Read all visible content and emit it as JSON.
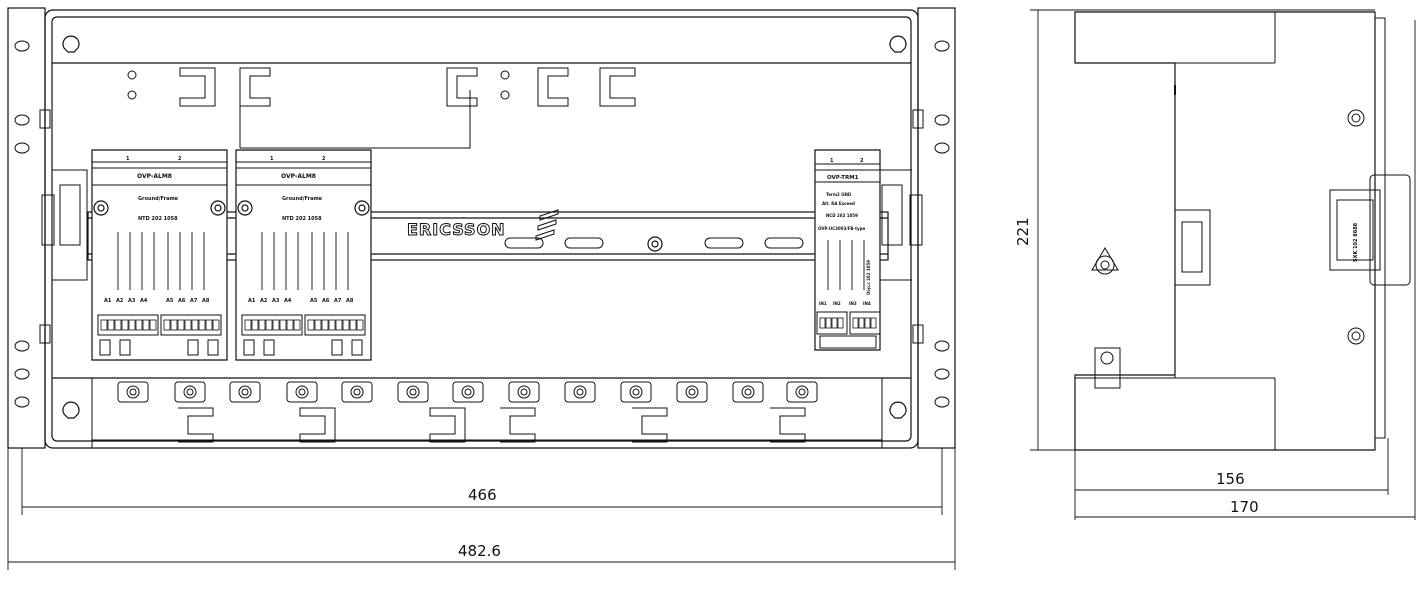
{
  "dimensions": {
    "width_inner": "466",
    "width_outer": "482.6",
    "height": "221",
    "depth_inner": "156",
    "depth_outer": "170"
  },
  "brand": "ERICSSON",
  "modules": [
    {
      "title": "OVP-ALM8",
      "ports": [
        "1",
        "2"
      ],
      "line1": "Ground/Frame",
      "line2": "NTD 202 1058",
      "inputs": [
        "A1",
        "A2",
        "A3",
        "A4",
        "A5",
        "A6",
        "A7",
        "A8"
      ]
    },
    {
      "title": "OVP-ALM8",
      "ports": [
        "1",
        "2"
      ],
      "line1": "Ground/Frame",
      "line2": "NTD 202 1058",
      "inputs": [
        "A1",
        "A2",
        "A3",
        "A4",
        "A5",
        "A6",
        "A7",
        "A8"
      ]
    }
  ],
  "trm": {
    "title": "OVP-TRM1",
    "ports": [
      "1",
      "2"
    ],
    "line1": "Term2 GND",
    "line2": "Alt. RA Exceed",
    "line3": "NCD 202 1059",
    "line4": "OVP-UC3003/FB-type",
    "side": "Ovp.c 202 1059",
    "inputs": [
      "IN1",
      "IN2",
      "IN3",
      "IN4"
    ]
  },
  "side_connector_label": "SXK 102 8688"
}
